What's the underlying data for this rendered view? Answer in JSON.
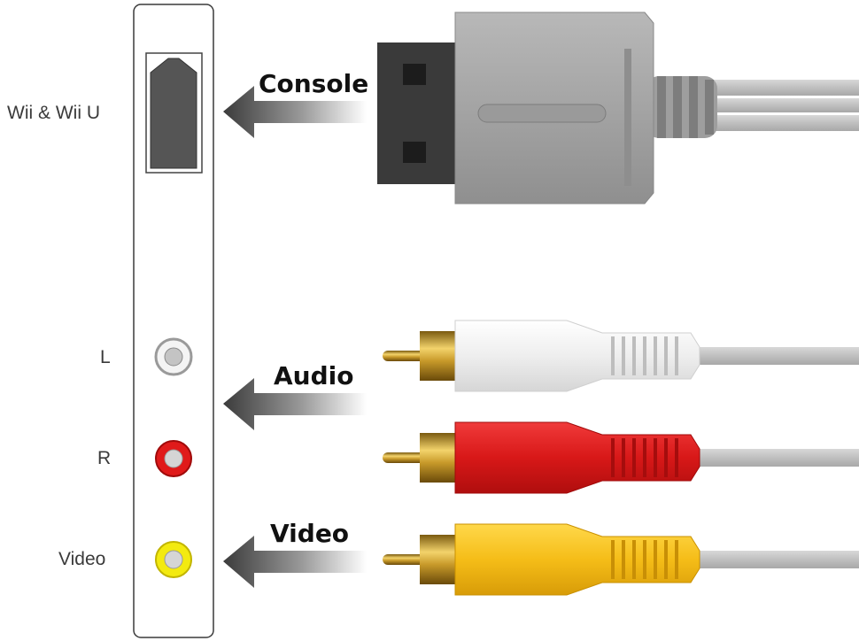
{
  "ports": {
    "console_label": "Wii & Wii U",
    "left_audio_label": "L",
    "right_audio_label": "R",
    "video_label": "Video"
  },
  "arrows": {
    "console": "Console",
    "audio": "Audio",
    "video": "Video"
  },
  "colors": {
    "audio_left_plug": "#f1f1f1",
    "audio_right_plug": "#e01a1a",
    "video_plug": "#f6c21a",
    "console_plug": "#a9a9a9",
    "cable": "#c6c6c6"
  }
}
